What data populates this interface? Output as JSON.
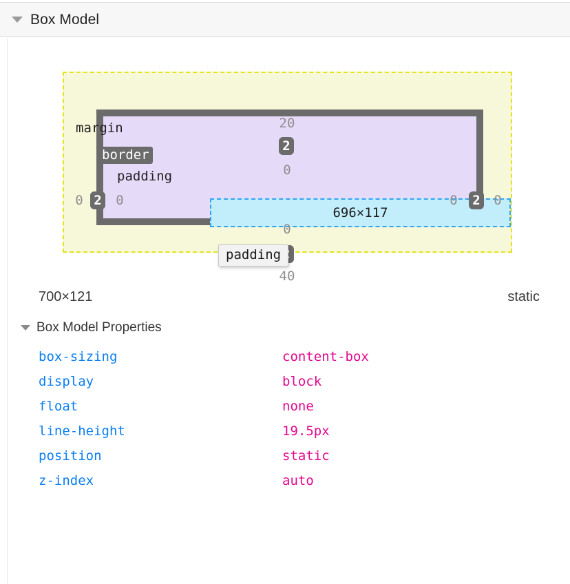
{
  "header": {
    "title": "Box Model",
    "twisty_icon": "triangle-down-icon",
    "expanded": true
  },
  "box_model": {
    "layers": {
      "margin_label": "margin",
      "border_label": "border",
      "padding_label": "padding"
    },
    "content_size": "696×117",
    "measurements": {
      "margin_top": "20",
      "margin_bottom": "40",
      "margin_left": "0",
      "margin_right": "0",
      "border_top": "2",
      "border_bottom": "2",
      "border_left": "2",
      "border_right": "2",
      "padding_top": "0",
      "padding_bottom": "0",
      "padding_left": "0",
      "padding_right": "0"
    },
    "tooltip": {
      "text": "padding",
      "visible": true
    },
    "colors": {
      "margin_fill": "#f7f8d9",
      "margin_border": "#e4e41c",
      "border_fill": "#6b6b6b",
      "padding_fill": "#e6daf9",
      "content_fill": "#c2eefc",
      "content_border": "#35a3ef",
      "badge_bg": "#6b6b6b",
      "measurement_text": "#8e8e8e"
    }
  },
  "summary": {
    "size": "700×121",
    "position": "static"
  },
  "properties_section": {
    "title": "Box Model Properties",
    "twisty_icon": "triangle-down-icon",
    "expanded": true,
    "name_color": "#0b7ff2",
    "value_color": "#e3088e",
    "rows": [
      {
        "name": "box-sizing",
        "value": "content-box"
      },
      {
        "name": "display",
        "value": "block"
      },
      {
        "name": "float",
        "value": "none"
      },
      {
        "name": "line-height",
        "value": "19.5px"
      },
      {
        "name": "position",
        "value": "static"
      },
      {
        "name": "z-index",
        "value": "auto"
      }
    ]
  }
}
